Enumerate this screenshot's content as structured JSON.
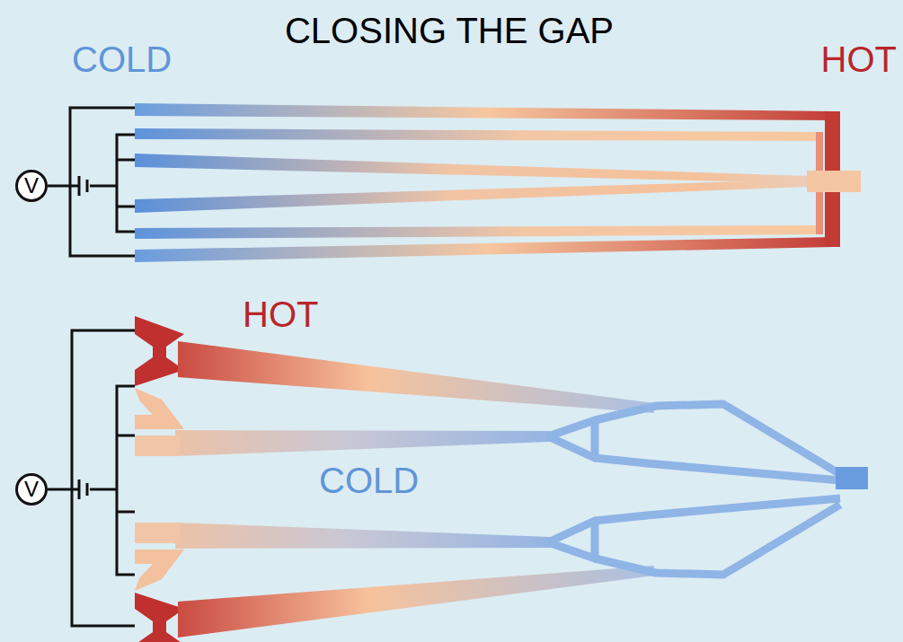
{
  "diagram": {
    "title": "CLOSING THE GAP",
    "nodes": [
      {
        "text": [
          "V"
        ]
      },
      {
        "text": [
          "V"
        ]
      }
    ],
    "labels": [
      "COLD",
      "HOT",
      "HOT",
      "COLD"
    ]
  }
}
